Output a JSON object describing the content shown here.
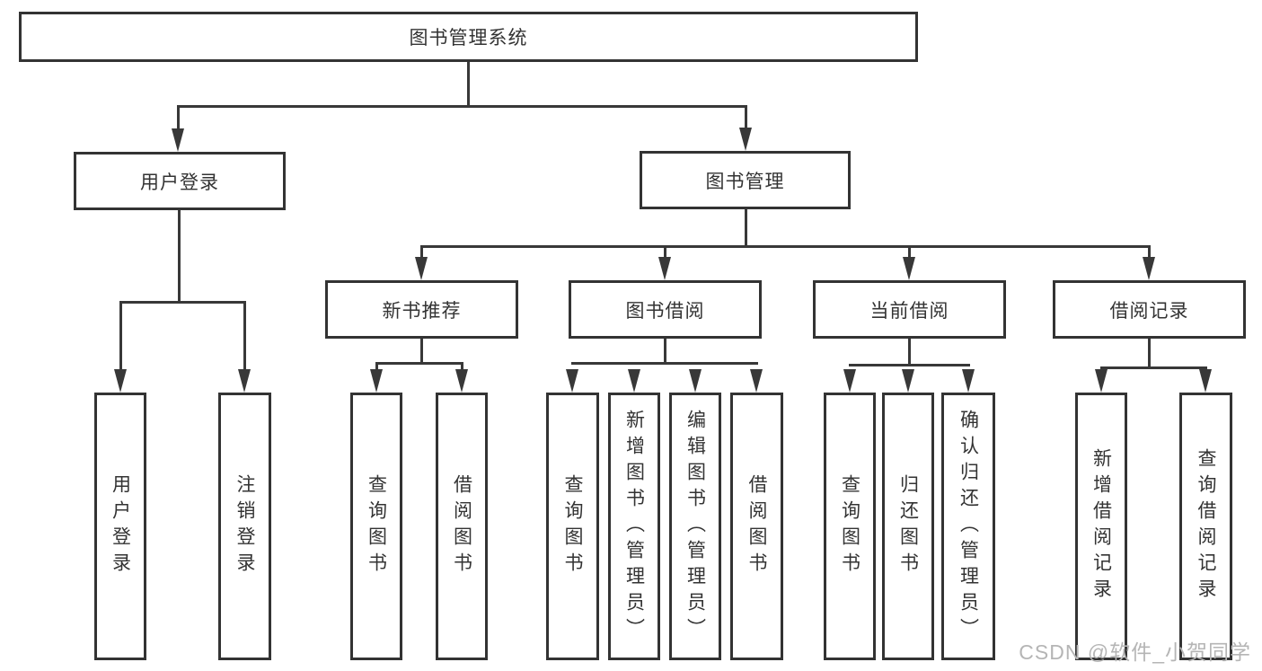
{
  "diagram": {
    "title": "图书管理系统",
    "colors": {
      "line": "#383838",
      "border": "#333333",
      "text": "#333333",
      "watermark": "#b5b5b5",
      "background": "#ffffff"
    },
    "nodes": {
      "root": "图书管理系统",
      "level1": [
        "用户登录",
        "图书管理"
      ],
      "level2": [
        "新书推荐",
        "图书借阅",
        "当前借阅",
        "借阅记录"
      ],
      "leaves": {
        "user_login": [
          "用户登录",
          "注销登录"
        ],
        "new_books": [
          "查询图书",
          "借阅图书"
        ],
        "book_borrow": [
          "查询图书",
          "新增图书（管理员）",
          "编辑图书（管理员）",
          "借阅图书"
        ],
        "current_borrow": [
          "查询图书",
          "归还图书",
          "确认归还（管理员）"
        ],
        "borrow_records": [
          "新增借阅记录",
          "查询借阅记录"
        ]
      }
    },
    "edges": [
      "图书管理系统→用户登录",
      "图书管理系统→图书管理",
      "用户登录→用户登录",
      "用户登录→注销登录",
      "图书管理→新书推荐",
      "图书管理→图书借阅",
      "图书管理→当前借阅",
      "图书管理→借阅记录",
      "新书推荐→查询图书",
      "新书推荐→借阅图书",
      "图书借阅→查询图书",
      "图书借阅→新增图书（管理员）",
      "图书借阅→编辑图书（管理员）",
      "图书借阅→借阅图书",
      "当前借阅→查询图书",
      "当前借阅→归还图书",
      "当前借阅→确认归还（管理员）",
      "借阅记录→新增借阅记录",
      "借阅记录→查询借阅记录"
    ]
  },
  "watermark": {
    "text": "CSDN @软件_小贺同学"
  }
}
